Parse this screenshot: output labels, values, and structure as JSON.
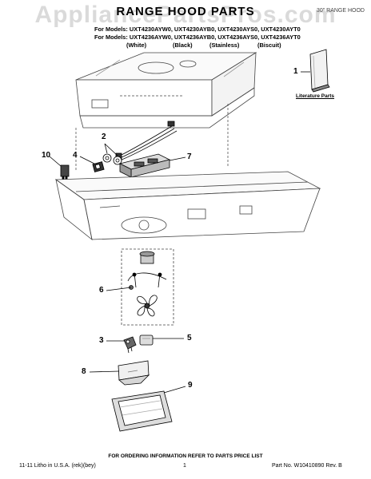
{
  "watermark": "AppliancePartsPros.com",
  "header": {
    "title": "RANGE HOOD PARTS",
    "title_right": "30\" RANGE HOOD",
    "models_line1": "For Models: UXT4230AYW0, UXT4230AYB0, UXT4230AYS0, UXT4230AYT0",
    "models_line2": "For Models: UXT4236AYW0, UXT4236AYB0, UXT4236AYS0, UXT4236AYT0",
    "finishes": [
      "(White)",
      "(Black)",
      "(Stainless)",
      "(Biscuit)"
    ]
  },
  "callouts": [
    "1",
    "2",
    "4",
    "10",
    "7",
    "6",
    "3",
    "5",
    "8",
    "9"
  ],
  "literature_label": "Literature Parts",
  "footer": {
    "ordering_info": "FOR ORDERING INFORMATION REFER TO PARTS PRICE LIST",
    "litho": "11-11 Litho in U.S.A. (rek)(bey)",
    "page": "1",
    "part_no": "Part No. W10410890 Rev. B"
  }
}
